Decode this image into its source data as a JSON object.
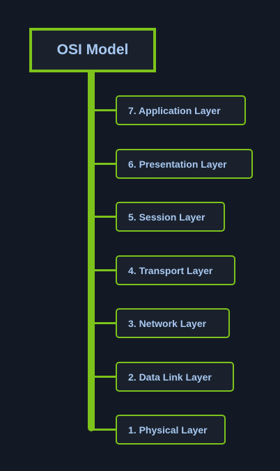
{
  "colors": {
    "background": "#131924",
    "connector": "#7dc31b",
    "text": "#a8c8f0",
    "box_fill": "#1a212d"
  },
  "root": {
    "label": "OSI Model"
  },
  "layers": [
    {
      "label": "7. Application Layer"
    },
    {
      "label": "6. Presentation Layer"
    },
    {
      "label": "5. Session Layer"
    },
    {
      "label": "4. Transport Layer"
    },
    {
      "label": "3. Network Layer"
    },
    {
      "label": "2. Data Link Layer"
    },
    {
      "label": "1. Physical Layer"
    }
  ]
}
